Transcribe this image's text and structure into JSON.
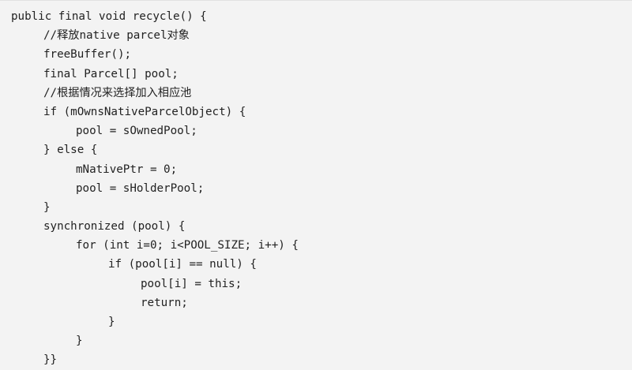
{
  "code": {
    "lines": [
      {
        "indent": 0,
        "text": "public final void recycle() {"
      },
      {
        "indent": 1,
        "text": "//释放native parcel对象"
      },
      {
        "indent": 1,
        "text": "freeBuffer();"
      },
      {
        "indent": 1,
        "text": "final Parcel[] pool;"
      },
      {
        "indent": 1,
        "text": "//根据情况来选择加入相应池"
      },
      {
        "indent": 1,
        "text": "if (mOwnsNativeParcelObject) {"
      },
      {
        "indent": 2,
        "text": "pool = sOwnedPool;"
      },
      {
        "indent": 1,
        "text": "} else {"
      },
      {
        "indent": 2,
        "text": "mNativePtr = 0;"
      },
      {
        "indent": 2,
        "text": "pool = sHolderPool;"
      },
      {
        "indent": 1,
        "text": "}"
      },
      {
        "indent": 1,
        "text": "synchronized (pool) {"
      },
      {
        "indent": 2,
        "text": "for (int i=0; i<POOL_SIZE; i++) {"
      },
      {
        "indent": 3,
        "text": "if (pool[i] == null) {"
      },
      {
        "indent": 4,
        "text": "pool[i] = this;"
      },
      {
        "indent": 4,
        "text": "return;"
      },
      {
        "indent": 3,
        "text": "}"
      },
      {
        "indent": 2,
        "text": "}"
      },
      {
        "indent": 1,
        "text": "}}"
      }
    ]
  }
}
